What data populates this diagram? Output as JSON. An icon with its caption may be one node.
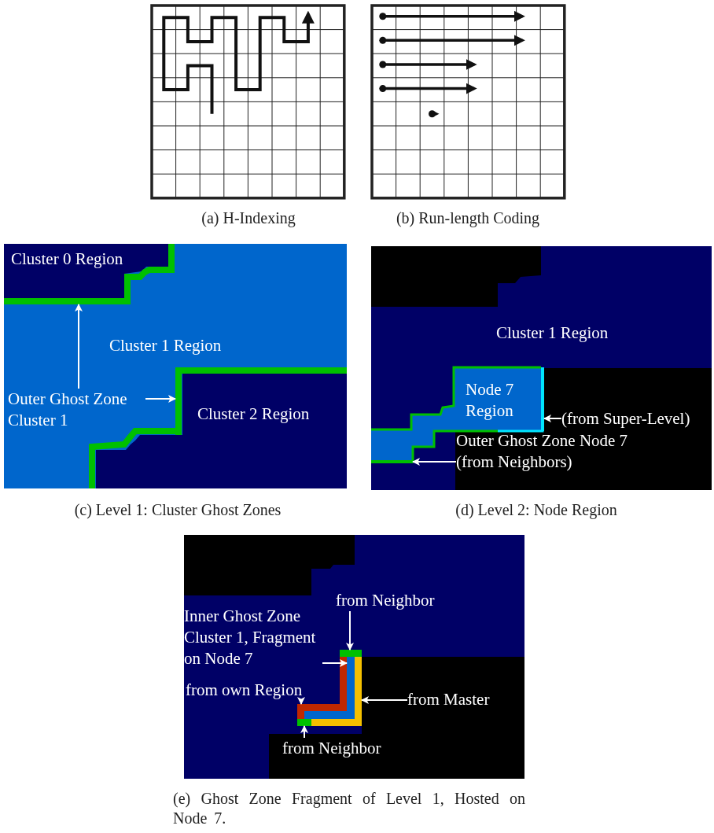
{
  "diagram": {
    "nodes": [
      {
        "text": [
          "Outer Ghost Zone Cluster 1"
        ]
      },
      {
        "text": [
          "(from Super-Level)"
        ]
      },
      {
        "text": [
          "(from Neighbors)"
        ]
      },
      {
        "text": [
          "from Neighbor"
        ]
      },
      {
        "text": [
          "Inner Ghost Zone Cluster 1, Fragment on Node 7"
        ]
      },
      {
        "text": [
          "from own Region"
        ]
      },
      {
        "text": [
          "from Master"
        ]
      },
      {
        "text": [
          "from Neighbor"
        ]
      },
      {
        "text": [],
        "shape": "bar"
      },
      {
        "text": [],
        "shape": "bar"
      },
      {
        "text": [],
        "shape": "bar"
      },
      {
        "text": [],
        "shape": "bar"
      },
      {
        "text": [],
        "shape": "bar"
      },
      {
        "text": [],
        "shape": "bar"
      },
      {
        "text": [],
        "shape": "bar"
      },
      {
        "text": [],
        "shape": "bar"
      },
      {
        "text": [],
        "shape": "bar"
      }
    ],
    "edges": [
      {
        "from": 0,
        "to": 8,
        "arrow": "to"
      },
      {
        "from": 0,
        "to": 9,
        "arrow": "to"
      },
      {
        "from": 1,
        "to": 10,
        "arrow": "to"
      },
      {
        "from": 2,
        "to": 11,
        "arrow": "to"
      },
      {
        "from": 3,
        "to": 12,
        "arrow": "to"
      },
      {
        "from": 4,
        "to": 13,
        "arrow": "to"
      },
      {
        "from": 5,
        "to": 14,
        "arrow": "to"
      },
      {
        "from": 6,
        "to": 15,
        "arrow": "to"
      },
      {
        "from": 7,
        "to": 16,
        "arrow": "to"
      }
    ],
    "labels": [
      "(a) H-Indexing",
      "(b) Run-length Coding",
      "Cluster 0 Region",
      "Cluster 1 Region",
      "Cluster 2 Region",
      "Cluster 1 Region",
      "Node 7 Region",
      "Outer Ghost Zone Node 7",
      "(c) Level 1: Cluster Ghost Zones",
      "(d) Level 2: Node Region",
      "(e) Ghost Zone Fragment of Level 1, Hosted on Node 7."
    ]
  }
}
